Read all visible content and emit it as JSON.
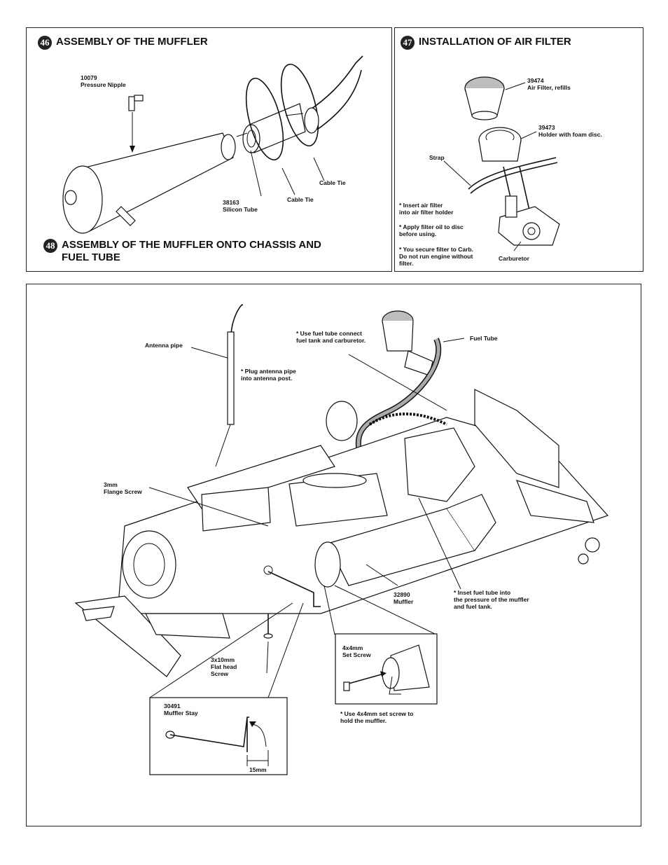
{
  "step46": {
    "number": "46",
    "title": "ASSEMBLY OF THE MUFFLER",
    "labels": {
      "nipple": "10079\nPressure Nipple",
      "silicon": "38163\nSilicon Tube",
      "cable_tie_1": "Cable Tie",
      "cable_tie_2": "Cable Tie"
    }
  },
  "step48": {
    "number": "48",
    "title": "ASSEMBLY OF THE MUFFLER  ONTO CHASSIS AND FUEL TUBE"
  },
  "step47": {
    "number": "47",
    "title": "INSTALLATION OF AIR FILTER",
    "labels": {
      "filter": "39474\nAir Filter, refills",
      "holder": "39473\nHolder with foam disc.",
      "strap": "Strap",
      "carburetor": "Carburetor"
    },
    "notes": [
      "* Insert air filter\n  into air filter holder",
      "* Apply filter oil to disc\n  before using.",
      "* You secure filter to Carb.\n   Do not run engine without\n   filter."
    ]
  },
  "main": {
    "labels": {
      "antenna_pipe": "Antenna pipe",
      "antenna_note": "* Plug antenna pipe\n  into antenna post.",
      "fuel_note": "* Use fuel tube connect\n  fuel tank and carburetor.",
      "fuel_tube": "Fuel Tube",
      "flange_screw": "3mm\nFlange Screw",
      "muffler": "32890\nMuffler",
      "pressure_note": "* Inset fuel tube into\n  the pressure of the muffler\n  and fuel tank.",
      "flat_head": "3x10mm\nFlat head\nScrew",
      "set_screw": "4x4mm\nSet Screw",
      "set_screw_note": "* Use 4x4mm set screw to\n  hold the muffler.",
      "muffler_stay": "30491\nMuffler Stay",
      "dimension": "15mm"
    }
  }
}
